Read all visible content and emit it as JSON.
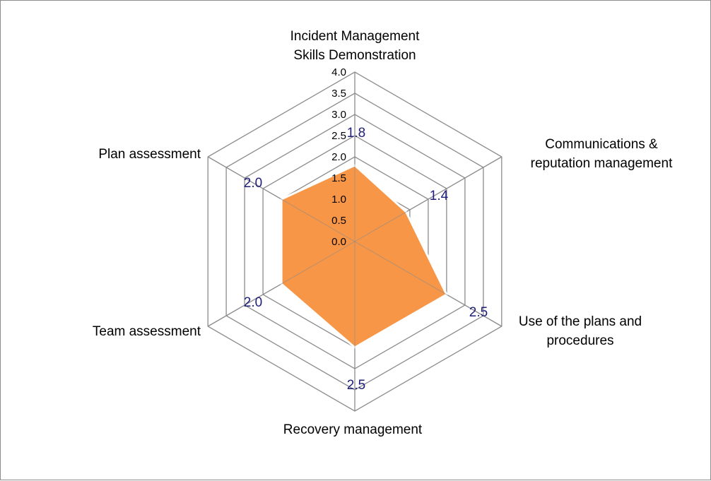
{
  "chart_data": {
    "type": "radar",
    "categories": [
      [
        "Incident Management",
        "Skills Demonstration"
      ],
      [
        "Communications &",
        "reputation management"
      ],
      [
        "Use of the plans and",
        "procedures"
      ],
      [
        "Recovery management"
      ],
      [
        "Team assessment"
      ],
      [
        "Plan assessment"
      ]
    ],
    "values": [
      1.8,
      1.4,
      2.5,
      2.5,
      2.0,
      2.0
    ],
    "data_labels": [
      "1.8",
      "1.4",
      "2.5",
      "2.5",
      "2.0",
      "2.0"
    ],
    "rlim": [
      0,
      4.0
    ],
    "ticks": [
      "0.0",
      "0.5",
      "1.0",
      "1.5",
      "2.0",
      "2.5",
      "3.0",
      "3.5",
      "4.0"
    ],
    "tick_values": [
      0,
      0.5,
      1.0,
      1.5,
      2.0,
      2.5,
      3.0,
      3.5,
      4.0
    ],
    "grid": true,
    "legend": "none",
    "colors": {
      "fill": "#f79646",
      "edge": "#ffffff",
      "grid": "#8c8c8c",
      "data_label": "#1f1f7a"
    }
  }
}
